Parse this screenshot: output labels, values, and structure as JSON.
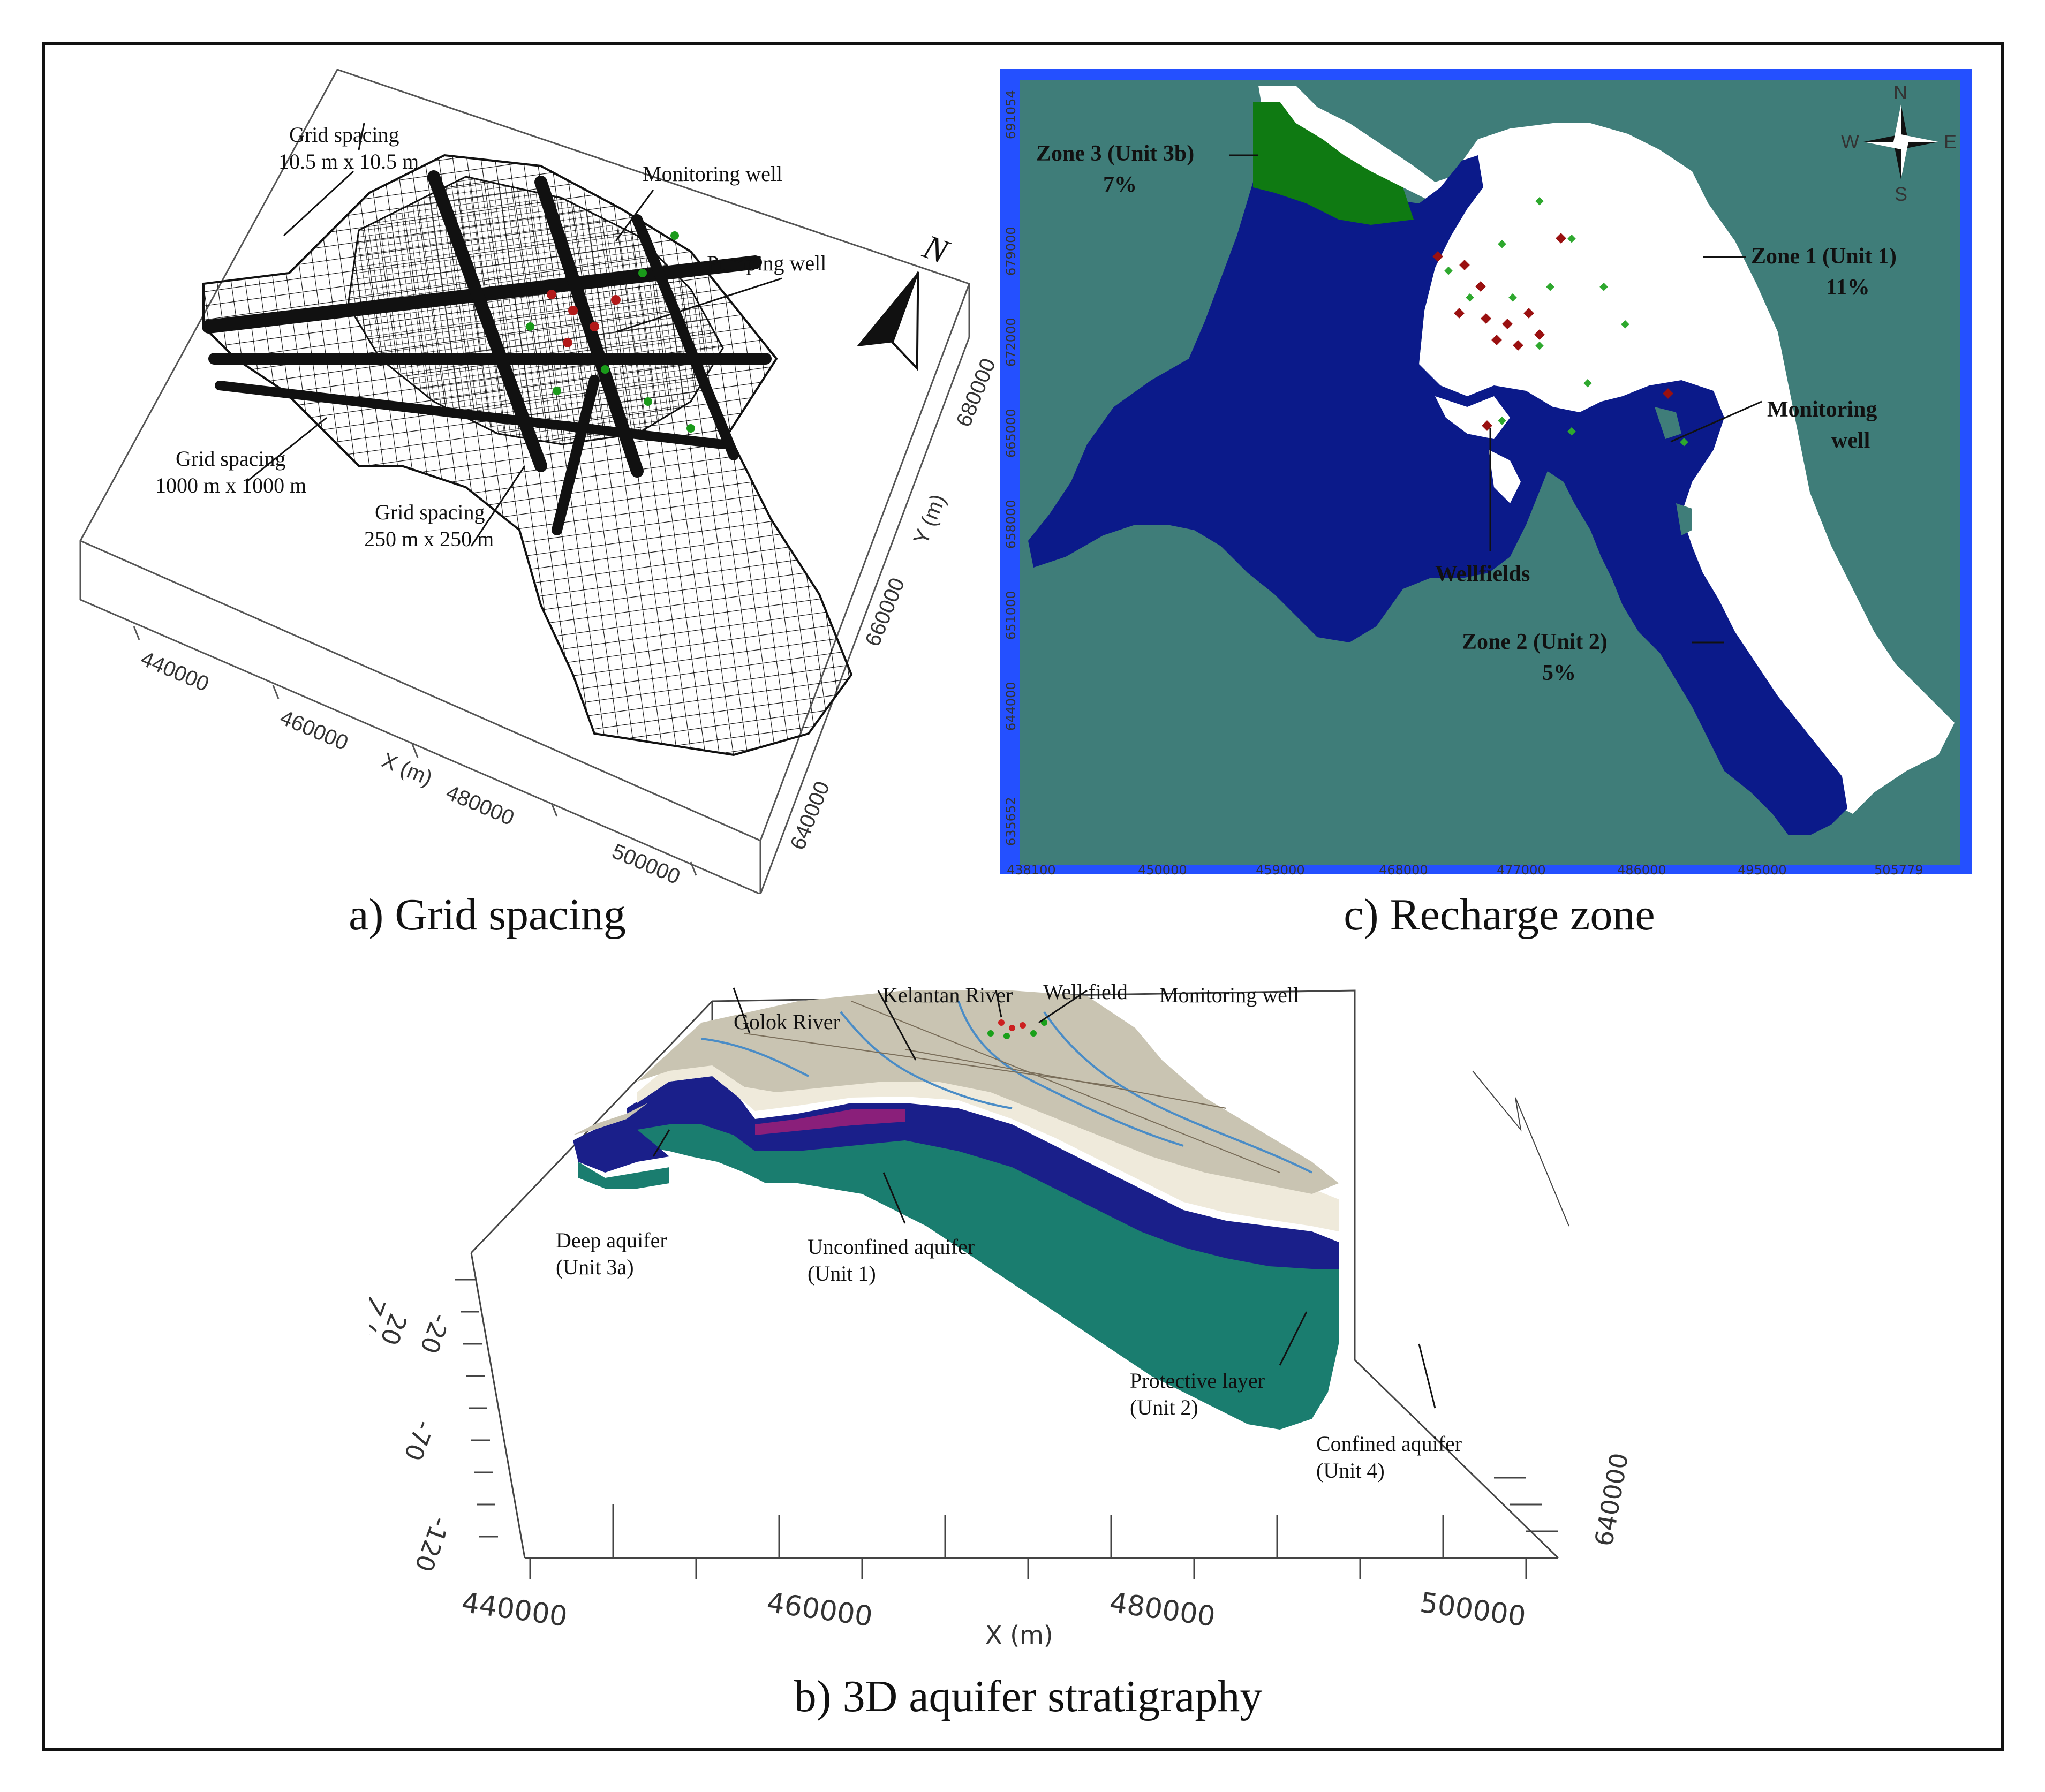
{
  "panels": {
    "a": {
      "caption": "a) Grid spacing",
      "labels": {
        "fine_grid_1": "Grid spacing",
        "fine_grid_2": "10.5 m x 10.5 m",
        "coarse_grid_1": "Grid spacing",
        "coarse_grid_2": "1000 m x 1000 m",
        "mid_grid_1": "Grid spacing",
        "mid_grid_2": "250 m x 250 m",
        "monitoring_well": "Monitoring well",
        "pumping_well": "Pumping well",
        "north": "N"
      },
      "x_axis": {
        "title": "X (m)",
        "ticks": [
          "440000",
          "460000",
          "480000",
          "500000"
        ]
      },
      "y_axis": {
        "title": "Y (m)",
        "ticks": [
          "640000",
          "660000",
          "680000"
        ]
      }
    },
    "c": {
      "caption": "c) Recharge zone",
      "zones": [
        {
          "name": "Zone 1 (Unit 1)",
          "rate": "11%",
          "color": "#ffffff"
        },
        {
          "name": "Zone 2 (Unit 2)",
          "rate": "5%",
          "color": "#0b1a8a"
        },
        {
          "name": "Zone 3 (Unit 3b)",
          "rate": "7%",
          "color": "#0f7a12"
        }
      ],
      "background_color": "#3f7d79",
      "frame_color": "#2450ff",
      "labels": {
        "monitoring_well_1": "Monitoring",
        "monitoring_well_2": "well",
        "wellfields": "Wellfields"
      },
      "compass": {
        "n": "N",
        "s": "S",
        "e": "E",
        "w": "W"
      },
      "x_ticks": [
        "438100",
        "450000",
        "459000",
        "468000",
        "477000",
        "486000",
        "495000",
        "505779"
      ],
      "y_ticks": [
        "691054",
        "679000",
        "672000",
        "665000",
        "658000",
        "651000",
        "644000",
        "635652"
      ]
    },
    "b": {
      "caption": "b) 3D aquifer stratigraphy",
      "labels": {
        "golok_river": "Golok River",
        "kelantan_river": "Kelantan River",
        "well_field": "Well field",
        "monitoring_well": "Monitoring well",
        "deep_aquifer_1": "Deep aquifer",
        "deep_aquifer_2": "(Unit 3a)",
        "unconfined_1": "Unconfined aquifer",
        "unconfined_2": "(Unit 1)",
        "protective_1": "Protective layer",
        "protective_2": "(Unit 2)",
        "confined_1": "Confined aquifer",
        "confined_2": "(Unit 4)"
      },
      "x_axis": {
        "title": "X (m)",
        "ticks": [
          "440000",
          "460000",
          "480000",
          "500000"
        ]
      },
      "z_axis": {
        "title": "Z (m a.s.l.)",
        "ticks": [
          "20",
          "-70",
          "-120",
          "-20"
        ]
      },
      "y_tick": "640000",
      "layer_colors": {
        "unit1": "#efeadb",
        "unit2": "#1a1f8a",
        "unit3a": "#8a1f7a",
        "unit4": "#1a7d6f",
        "surface": "#c9c4b2"
      }
    }
  }
}
